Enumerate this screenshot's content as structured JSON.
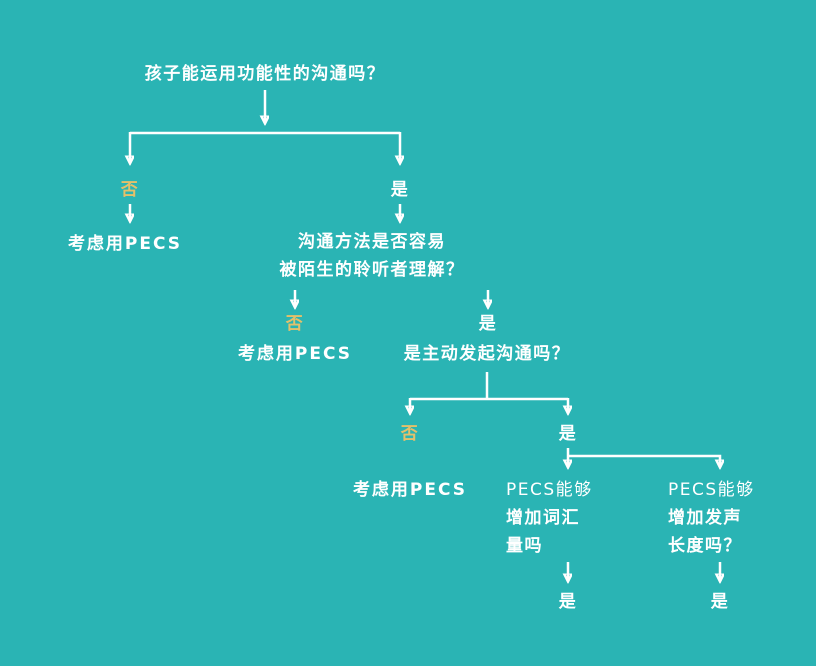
{
  "flowchart": {
    "colors": {
      "background": "#2ab4b4",
      "text": "#ffffff",
      "no": "#e4c06a",
      "line": "#ffffff"
    },
    "q1": {
      "label": "孩子能运用功能性的沟通吗？"
    },
    "branch1": {
      "no": "否",
      "yes": "是",
      "no_result": "考虑用PECS"
    },
    "q2": {
      "line1": "沟通方法是否容易",
      "line2": "被陌生的聆听者理解？"
    },
    "branch2": {
      "no": "否",
      "yes": "是",
      "no_result": "考虑用PECS"
    },
    "q3": {
      "label": "是主动发起沟通吗？"
    },
    "branch3": {
      "no": "否",
      "yes": "是",
      "no_result": "考虑用PECS"
    },
    "q4": {
      "line1": "PECS能够",
      "line2": "增加词汇",
      "line3": "量吗",
      "answer": "是"
    },
    "q5": {
      "line1": "PECS能够",
      "line2": "增加发声",
      "line3": "长度吗？",
      "answer": "是"
    }
  }
}
